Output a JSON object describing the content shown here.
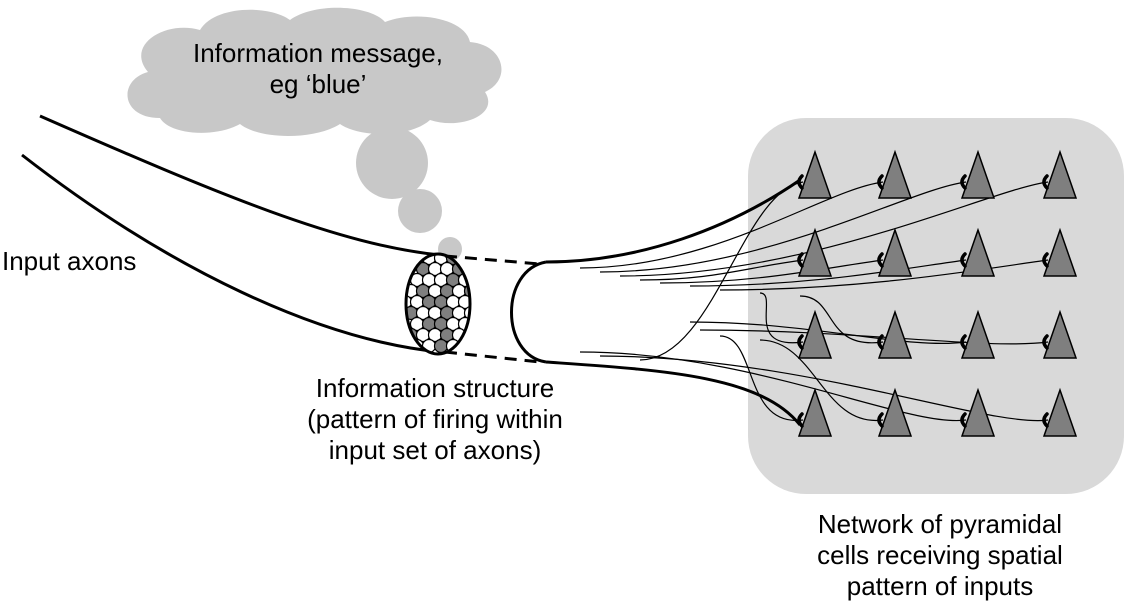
{
  "labels": {
    "message": [
      "Information message,",
      "eg ‘blue’"
    ],
    "input_axons": "Input axons",
    "structure": [
      "Information structure",
      "(pattern of firing within",
      "input set of axons)"
    ],
    "network": [
      "Network of pyramidal",
      "cells receiving spatial",
      "pattern of inputs"
    ]
  },
  "colors": {
    "cloud": "#c8c8c8",
    "network_box": "#d9d9d9",
    "pyramid_fill": "#7f7f7f",
    "active_axon": "#7f7f7f",
    "inactive_axon": "#ffffff",
    "stroke": "#000000"
  },
  "network": {
    "rows": 4,
    "cols": 4
  }
}
